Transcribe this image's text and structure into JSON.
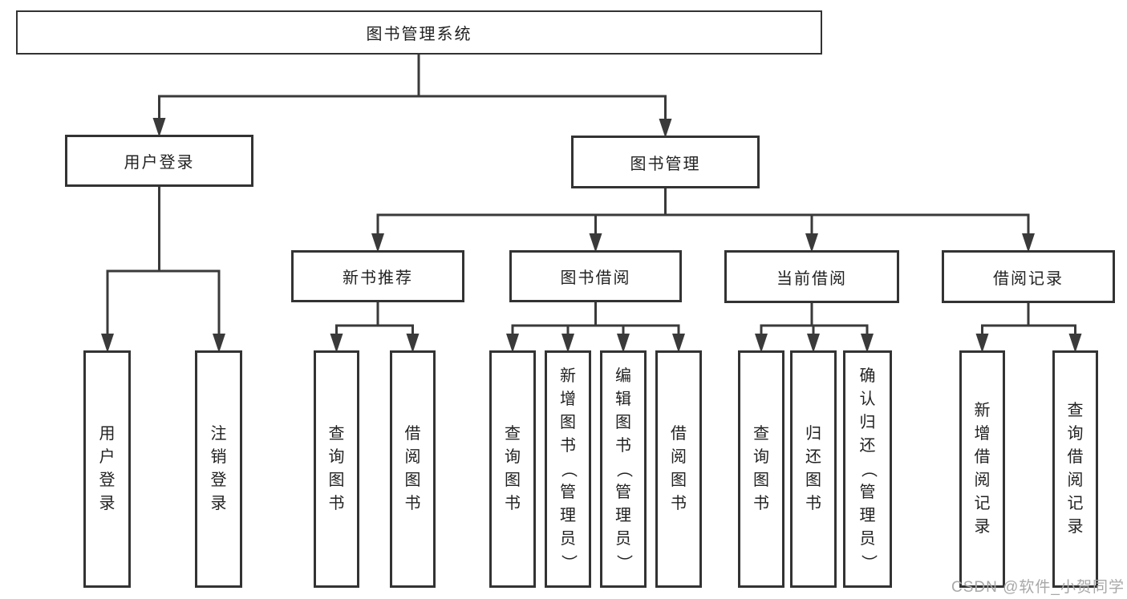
{
  "diagram": {
    "type": "hierarchy-tree",
    "colors": {
      "line": "#3a3a3a",
      "box_border": "#333333",
      "text": "#222222",
      "watermark": "#a8a8a8",
      "background": "#ffffff"
    }
  },
  "tree": {
    "label": "图书管理系统",
    "children": [
      {
        "label": "用户登录",
        "children": [
          {
            "label": "用户登录"
          },
          {
            "label": "注销登录"
          }
        ]
      },
      {
        "label": "图书管理",
        "children": [
          {
            "label": "新书推荐",
            "children": [
              {
                "label": "查询图书"
              },
              {
                "label": "借阅图书"
              }
            ]
          },
          {
            "label": "图书借阅",
            "children": [
              {
                "label": "查询图书"
              },
              {
                "label": "新增图书（管理员）"
              },
              {
                "label": "编辑图书（管理员）"
              },
              {
                "label": "借阅图书"
              }
            ]
          },
          {
            "label": "当前借阅",
            "children": [
              {
                "label": "查询图书"
              },
              {
                "label": "归还图书"
              },
              {
                "label": "确认归还（管理员）"
              }
            ]
          },
          {
            "label": "借阅记录",
            "children": [
              {
                "label": "新增借阅记录"
              },
              {
                "label": "查询借阅记录"
              }
            ]
          }
        ]
      }
    ]
  },
  "watermark": "CSDN @软件_小贺同学"
}
